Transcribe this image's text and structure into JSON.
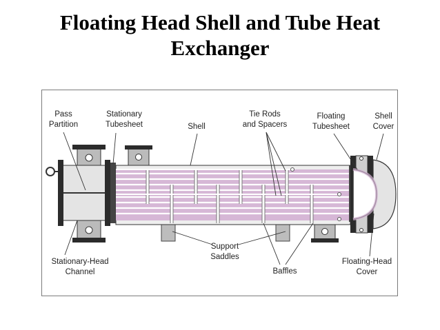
{
  "title": {
    "line1": "Floating Head Shell and Tube Heat",
    "line2": "Exchanger"
  },
  "colors": {
    "tube_fill": "#d6b7d6",
    "shell_fill": "#eeeeee",
    "flange_fill": "#2b2b2b",
    "channel_fill": "#e4e4e4",
    "tube_line": "#ffffff",
    "leader_line": "#333333"
  },
  "labels": {
    "pass_partition_1": "Pass",
    "pass_partition_2": "Partition",
    "stationary_tubesheet_1": "Stationary",
    "stationary_tubesheet_2": "Tubesheet",
    "shell": "Shell",
    "tie_rods_1": "Tie Rods",
    "tie_rods_2": "and Spacers",
    "floating_tubesheet_1": "Floating",
    "floating_tubesheet_2": "Tubesheet",
    "shell_cover_1": "Shell",
    "shell_cover_2": "Cover",
    "stationary_head_1": "Stationary-Head",
    "stationary_head_2": "Channel",
    "support_saddles_1": "Support",
    "support_saddles_2": "Saddles",
    "baffles": "Baffles",
    "floating_head_1": "Floating-Head",
    "floating_head_2": "Cover"
  }
}
